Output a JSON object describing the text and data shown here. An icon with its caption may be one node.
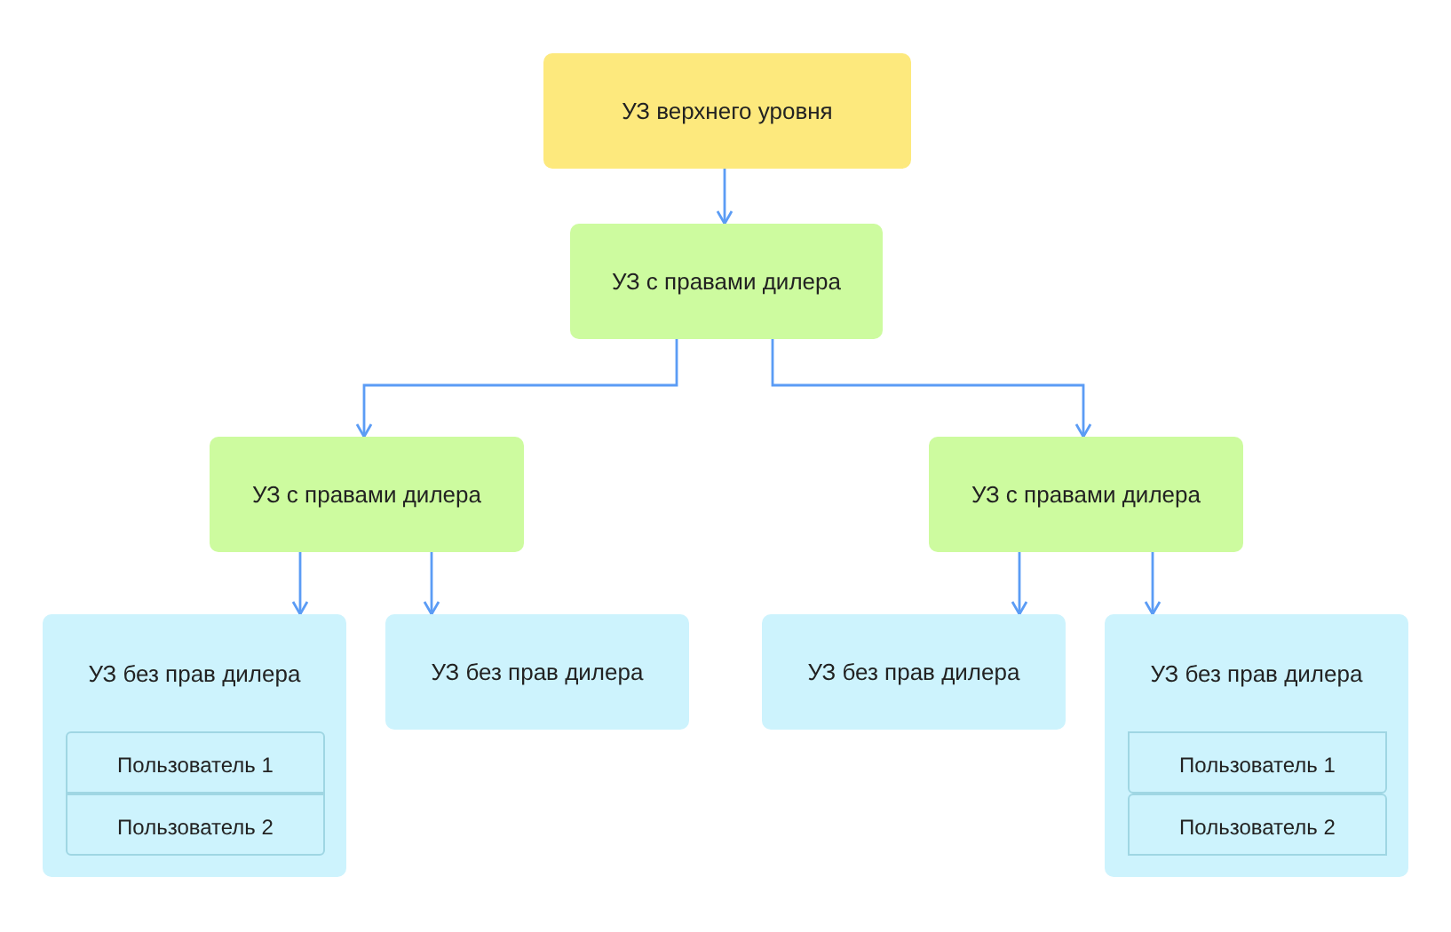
{
  "diagram": {
    "nodes": [
      {
        "text": [
          "УЗ верхнего уровня"
        ]
      },
      {
        "text": [
          "УЗ с правами дилера"
        ]
      },
      {
        "text": [
          "УЗ с правами дилера"
        ]
      },
      {
        "text": [
          "УЗ с правами дилера"
        ]
      },
      {
        "text": [
          "УЗ без прав дилера"
        ]
      },
      {
        "text": [
          "Пользователь 1"
        ],
        "in": 4
      },
      {
        "text": [
          "Пользователь 2"
        ],
        "in": 4
      },
      {
        "text": [
          "УЗ без прав дилера"
        ]
      },
      {
        "text": [
          "УЗ без прав дилера"
        ]
      },
      {
        "text": [
          "УЗ без прав дилера"
        ]
      },
      {
        "text": [
          "Пользователь 1"
        ],
        "in": 9
      },
      {
        "text": [
          "Пользователь 2"
        ],
        "in": 9
      }
    ],
    "edges": [
      {
        "from": 0,
        "to": 1,
        "arrow": "to"
      },
      {
        "from": 1,
        "to": 2,
        "arrow": "to"
      },
      {
        "from": 1,
        "to": 3,
        "arrow": "to"
      },
      {
        "from": 2,
        "to": 4,
        "arrow": "to"
      },
      {
        "from": 2,
        "to": 7,
        "arrow": "to"
      },
      {
        "from": 3,
        "to": 8,
        "arrow": "to"
      },
      {
        "from": 3,
        "to": 9,
        "arrow": "to"
      }
    ]
  }
}
